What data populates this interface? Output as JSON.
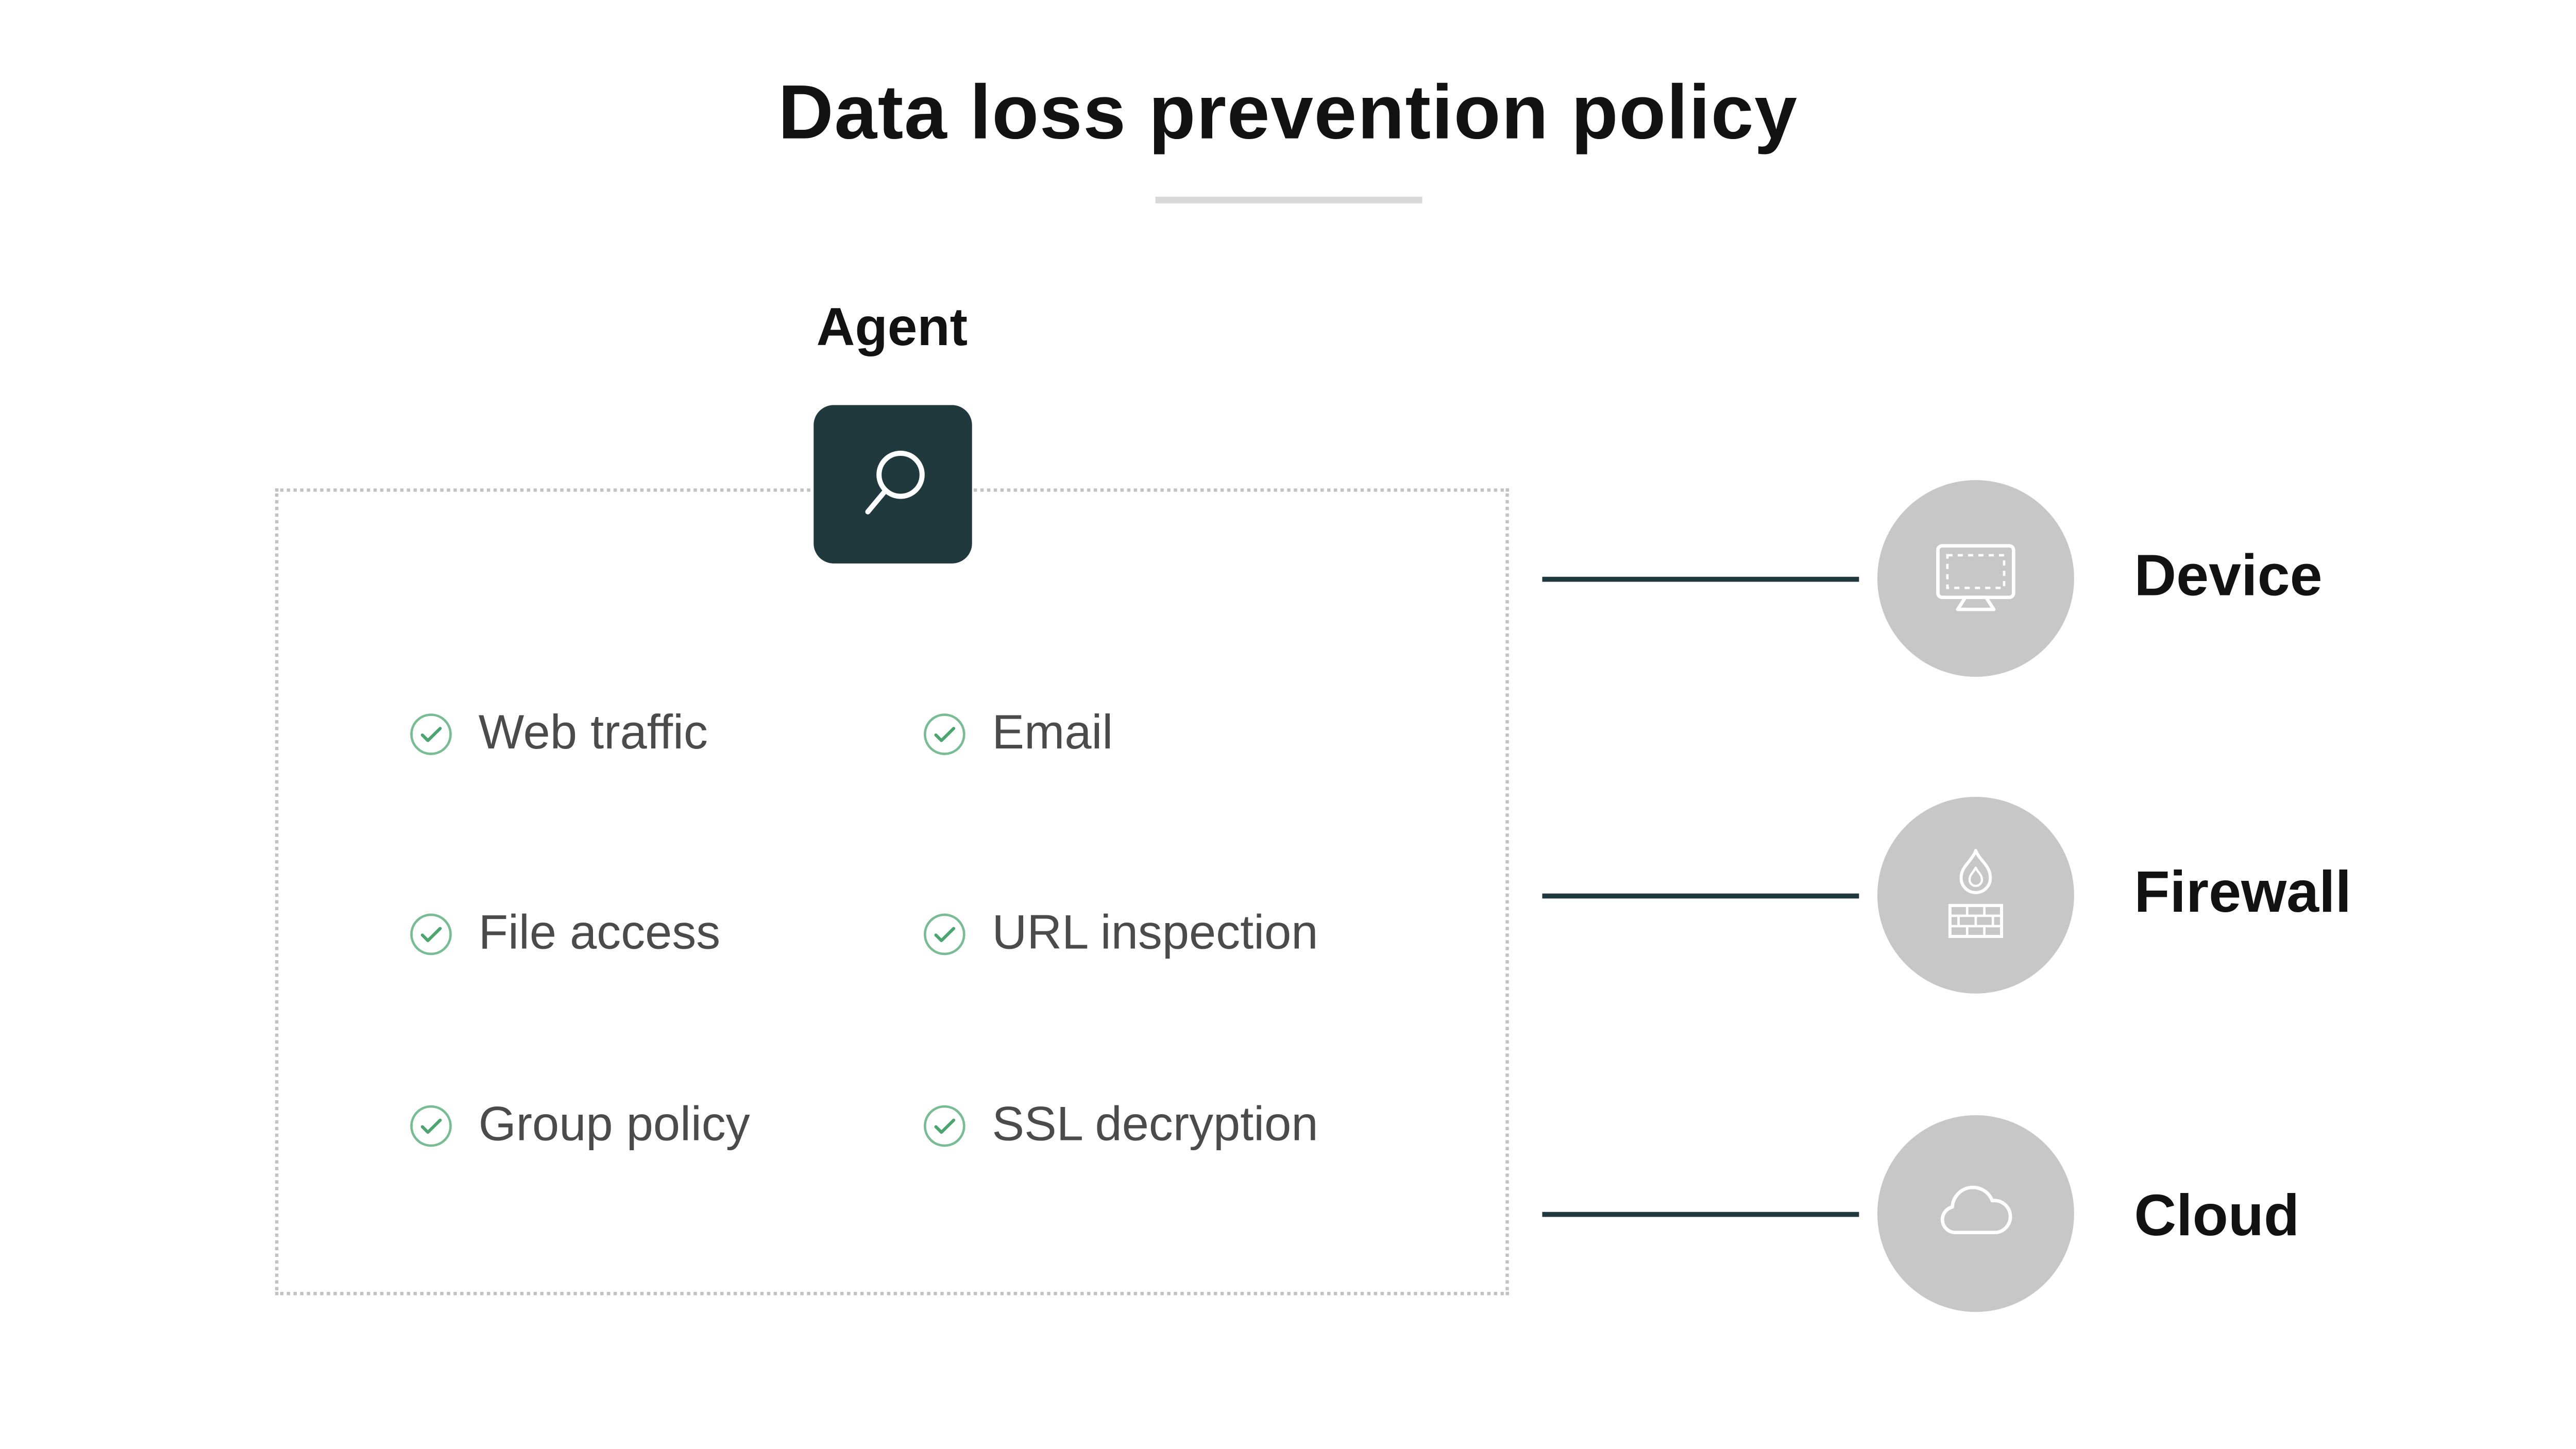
{
  "title": {
    "text": "Data loss prevention policy"
  },
  "agent": {
    "label": "Agent",
    "icon": "magnifier-icon"
  },
  "policy_box": {
    "items": [
      {
        "label": "Web traffic",
        "icon": "check-icon"
      },
      {
        "label": "Email",
        "icon": "check-icon"
      },
      {
        "label": "File access",
        "icon": "check-icon"
      },
      {
        "label": "URL inspection",
        "icon": "check-icon"
      },
      {
        "label": "Group policy",
        "icon": "check-icon"
      },
      {
        "label": "SSL decryption",
        "icon": "check-icon"
      }
    ]
  },
  "targets": [
    {
      "label": "Device",
      "icon": "monitor-icon"
    },
    {
      "label": "Firewall",
      "icon": "firewall-icon"
    },
    {
      "label": "Cloud",
      "icon": "cloud-icon"
    }
  ],
  "colors": {
    "accent_dark": "#20393c",
    "check_green": "#4aa56e",
    "circle_gray": "#c7c7c7",
    "text_gray": "#4b4b4b",
    "title_black": "#121212",
    "underline_gray": "#d8d8d8",
    "dotted_border": "#c2c2c2"
  }
}
